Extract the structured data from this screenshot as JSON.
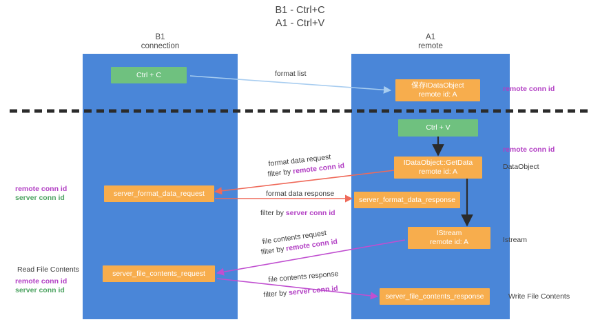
{
  "title": {
    "line1": "B1 - Ctrl+C",
    "line2": "A1 - Ctrl+V"
  },
  "lanes": [
    {
      "id": "b1",
      "title": "B1",
      "subtitle": "connection",
      "color": "#4a86d8"
    },
    {
      "id": "a1",
      "title": "A1",
      "subtitle": "remote",
      "color": "#4a86d8"
    }
  ],
  "colors": {
    "lane": "#4a86d8",
    "box_orange": "#f7ad4d",
    "box_green": "#6fc17f",
    "purple": "#b23fc4",
    "green_text": "#4fa463",
    "arrow_blue": "#a8cdf0",
    "arrow_red": "#ef6a5a",
    "arrow_magenta": "#c04fd0",
    "arrow_black": "#2b2b2b",
    "divider": "#2b2b2b"
  },
  "boxes": {
    "ctrl_c": {
      "line1": "Ctrl + C",
      "style": "green"
    },
    "save_dataobject": {
      "line1": "保存IDataObject",
      "line2": "remote id: A",
      "style": "orange"
    },
    "ctrl_v": {
      "line1": "Ctrl + V",
      "style": "green"
    },
    "getdata": {
      "line1": "IDataObject::GetData",
      "line2": "remote id: A",
      "style": "orange"
    },
    "server_format_data_request": {
      "line1": "server_format_data_request",
      "style": "orange"
    },
    "server_format_data_response": {
      "line1": "server_format_data_response",
      "style": "orange"
    },
    "istream": {
      "line1": "IStream",
      "line2": "remote id: A",
      "style": "orange"
    },
    "server_file_contents_request": {
      "line1": "server_file_contents_request",
      "style": "orange"
    },
    "server_file_contents_response": {
      "line1": "server_file_contents_response",
      "style": "orange"
    }
  },
  "messages": {
    "format_list": "format list",
    "format_data_request": "format data request",
    "format_data_request_filter_prefix": "filter by ",
    "format_data_request_filter_key": "remote conn id",
    "format_data_response": "format data response",
    "format_data_response_filter_prefix": "filter by ",
    "format_data_response_filter_key": "server conn id",
    "file_contents_request": "file contents request",
    "file_contents_request_filter_prefix": "filter by ",
    "file_contents_request_filter_key": "remote conn id",
    "file_contents_response": "file contents response",
    "file_contents_response_filter_prefix": "filter by ",
    "file_contents_response_filter_key": "server conn id"
  },
  "right_annotations": [
    {
      "id": "remote-conn-id-top",
      "text": "remote conn id",
      "kind": "purple"
    },
    {
      "id": "remote-conn-id-mid",
      "text": "remote conn id",
      "kind": "purple"
    },
    {
      "id": "dataobject",
      "text": "DataObject",
      "kind": "dark"
    },
    {
      "id": "istream",
      "text": "Istream",
      "kind": "dark"
    },
    {
      "id": "write-file-contents",
      "text": "Write File Contents",
      "kind": "dark"
    }
  ],
  "left_annotations": [
    {
      "id": "remote-conn-id",
      "text": "remote conn id",
      "kind": "purple"
    },
    {
      "id": "server-conn-id",
      "text": "server conn id",
      "kind": "green"
    },
    {
      "id": "read-file-contents",
      "text": "Read File Contents",
      "kind": "dark"
    },
    {
      "id": "remote-conn-id-2",
      "text": "remote conn id",
      "kind": "purple"
    },
    {
      "id": "server-conn-id-2",
      "text": "server conn id",
      "kind": "green"
    }
  ]
}
